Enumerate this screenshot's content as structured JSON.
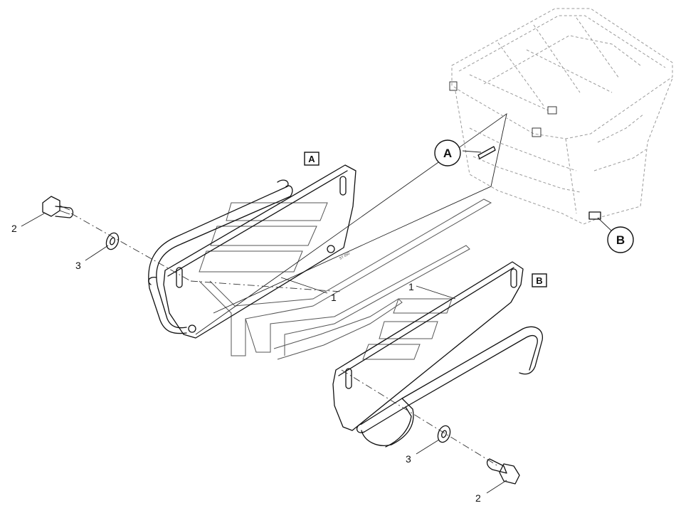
{
  "callouts": {
    "a": "A",
    "b": "B"
  },
  "view_boxes": {
    "a": "A",
    "b": "B"
  },
  "item_numbers": {
    "plate_a": "1",
    "plate_b": "1",
    "bolt_top": "2",
    "washer_top": "3",
    "washer_bottom": "3",
    "bolt_bottom": "2"
  }
}
